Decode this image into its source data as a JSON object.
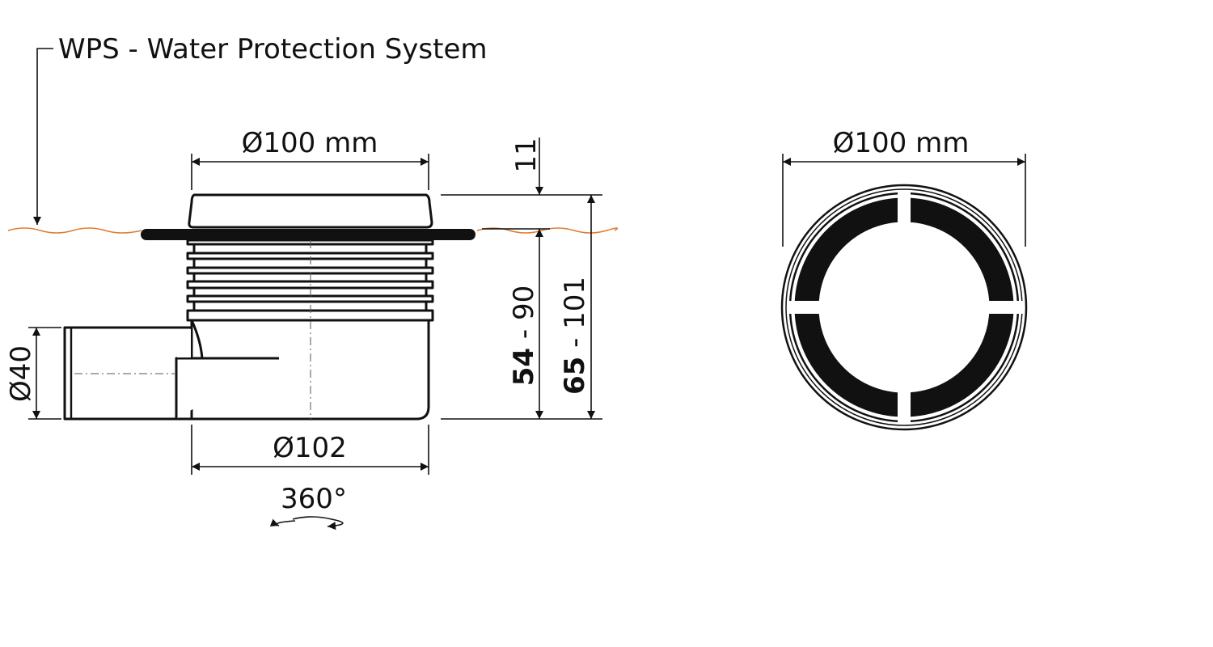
{
  "title": "WPS - Water Protection System",
  "dimensions": {
    "top_diameter": "Ø100 mm",
    "body_diameter": "Ø102",
    "outlet_diameter": "Ø40",
    "rotation": "360°",
    "grate_height": "11",
    "height_range_1_bold": "54",
    "height_range_1_rest": " - 90",
    "height_range_2_bold": "65",
    "height_range_2_rest": " - 101",
    "plan_diameter": "Ø100 mm"
  },
  "colors": {
    "water_line": "#e07a30",
    "ink": "#111111"
  }
}
